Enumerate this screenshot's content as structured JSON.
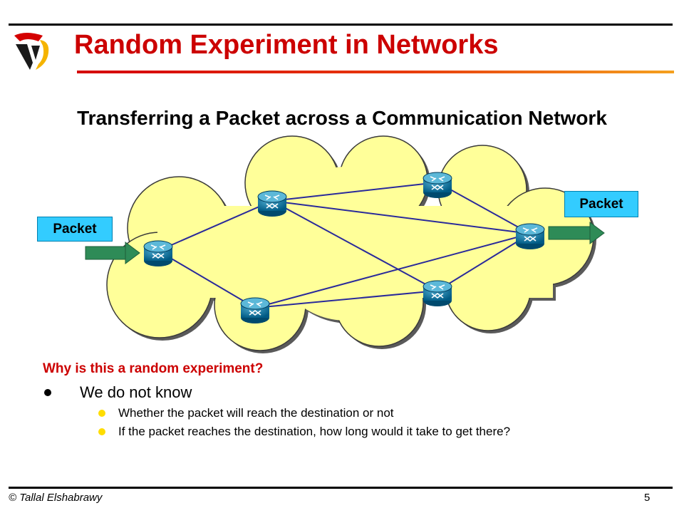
{
  "slide": {
    "title": "Random Experiment in Networks",
    "subtitle": "Transferring a Packet across a Communication Network",
    "logo_icon": "university-logo-icon",
    "accent_color": "#cc0000",
    "cloud_color": "#ffff99",
    "packet_color": "#33ccff"
  },
  "diagram": {
    "packet_in_label": "Packet",
    "packet_out_label": "Packet",
    "node_icon": "router-icon",
    "routers": [
      "router-a",
      "router-b",
      "router-c",
      "router-d",
      "router-e",
      "router-f"
    ],
    "links": [
      [
        "router-a",
        "router-b"
      ],
      [
        "router-a",
        "router-c"
      ],
      [
        "router-b",
        "router-d"
      ],
      [
        "router-b",
        "router-e"
      ],
      [
        "router-b",
        "router-f"
      ],
      [
        "router-d",
        "router-f"
      ],
      [
        "router-c",
        "router-e"
      ],
      [
        "router-c",
        "router-f"
      ],
      [
        "router-e",
        "router-f"
      ]
    ]
  },
  "content": {
    "question": "Why is this a random experiment?",
    "bullet": "We do not know",
    "sub_bullets": [
      "Whether the packet will reach the destination or not",
      "If the packet reaches the destination, how long would it take to get there?"
    ]
  },
  "footer": {
    "author": "© Tallal Elshabrawy",
    "page_number": "5"
  }
}
